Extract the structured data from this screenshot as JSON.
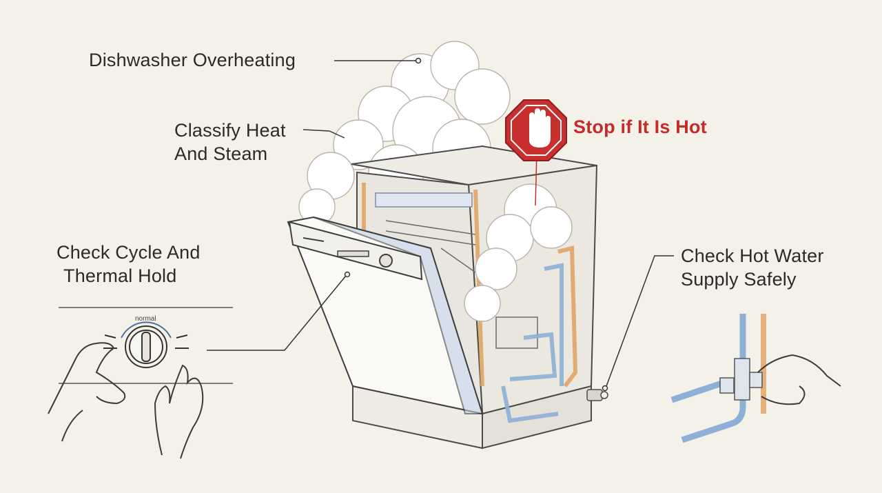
{
  "labels": {
    "title": "Dishwasher Overheating",
    "heat_line1": "Classify Heat",
    "heat_line2": "And Steam",
    "cycle_line1": "Check Cycle And",
    "cycle_line2": "Thermal Hold",
    "water_line1": "Check Hot Water",
    "water_line2": "Supply Safely",
    "stop": "Stop if It Is Hot",
    "dial": "normal"
  },
  "colors": {
    "background": "#f4f1e8",
    "ink": "#3a3a3a",
    "stop_red": "#c62a2a",
    "cold_pipe": "#8fb0d6",
    "hot_pipe": "#e0a060",
    "steam": "#ffffff"
  },
  "icons": [
    "stop-sign-hand-icon",
    "dial-knob-icon",
    "hands-icon",
    "pipe-valve-icon"
  ]
}
